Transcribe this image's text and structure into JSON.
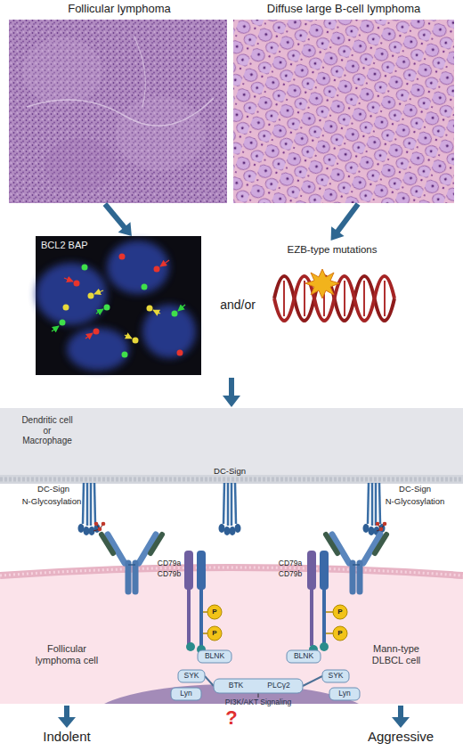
{
  "diagram": {
    "nodes": [
      {
        "text": [
          "Follicular lymphoma"
        ]
      },
      {
        "text": [
          "Diffuse large B-cell lymphoma"
        ]
      },
      {
        "text": [
          "BCL2 BAP"
        ]
      },
      {
        "text": [
          "EZB-type mutations"
        ]
      },
      {
        "text": [
          "Dendritic cell or Macrophage"
        ]
      },
      {
        "text": [
          "Follicular lymphoma cell",
          "Mann-type DLBCL cell"
        ]
      }
    ],
    "edges": [
      {
        "from": 0,
        "to": 2,
        "arrow": "to"
      },
      {
        "from": 1,
        "to": 3,
        "arrow": "to"
      }
    ],
    "labels": [
      "and/or",
      "DC-Sign",
      "DC-Sign",
      "N-Glycosylation",
      "DC-Sign",
      "N-Glycosylation",
      "CD79a",
      "CD79b",
      "CD79a",
      "CD79b",
      "P",
      "P",
      "P",
      "P",
      "BLNK",
      "SYK",
      "Lyn",
      "BTK",
      "PLCγ2",
      "PI3K/AKT Signaling",
      "BLNK",
      "SYK",
      "Lyn",
      "Indolent",
      "?",
      "Aggressive"
    ]
  }
}
